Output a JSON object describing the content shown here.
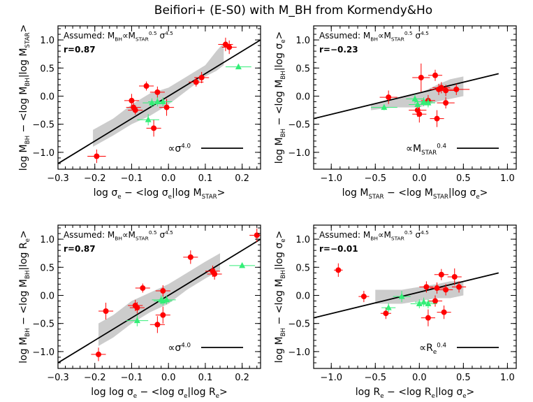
{
  "figure_title": "Beifiori+ (E-S0) with M_BH from Kormendy&Ho",
  "colors": {
    "red": "#ff0000",
    "green": "#33ee77",
    "band": "#cccccc",
    "fit": "#000000"
  },
  "chart_data": [
    {
      "type": "scatter",
      "panel": "top-left",
      "xlabel": "log σe − <log σe|log MSTAR>",
      "ylabel": "log MBH − <log MBH|log MSTAR>",
      "xlim": [
        -0.3,
        0.25
      ],
      "ylim": [
        -1.3,
        1.25
      ],
      "xticks": [
        -0.3,
        -0.2,
        -0.1,
        0.0,
        0.1,
        0.2
      ],
      "yticks": [
        -1.0,
        -0.5,
        0.0,
        0.5,
        1.0
      ],
      "annotation_assumed": "Assumed: MBH∝MSTAR^0.5 σ^4.5",
      "annotation_r": "r=0.87",
      "slope_label": "∝σ^4.0",
      "fit_line": {
        "x": [
          -0.3,
          0.25
        ],
        "y": [
          -1.2,
          1.0
        ]
      },
      "band": {
        "upper": [
          [
            -0.205,
            -0.6
          ],
          [
            -0.15,
            -0.4
          ],
          [
            -0.1,
            -0.15
          ],
          [
            -0.05,
            0.05
          ],
          [
            0.0,
            0.15
          ],
          [
            0.05,
            0.35
          ],
          [
            0.1,
            0.55
          ],
          [
            0.13,
            0.8
          ],
          [
            0.15,
            0.95
          ]
        ],
        "lower": [
          [
            -0.205,
            -0.9
          ],
          [
            -0.15,
            -0.7
          ],
          [
            -0.1,
            -0.5
          ],
          [
            -0.05,
            -0.35
          ],
          [
            0.0,
            -0.15
          ],
          [
            0.05,
            0.1
          ],
          [
            0.1,
            0.35
          ],
          [
            0.13,
            0.45
          ],
          [
            0.15,
            0.55
          ]
        ]
      },
      "series": [
        {
          "marker": "circle",
          "points": [
            {
              "x": -0.195,
              "y": -1.07,
              "xerr": 0.025,
              "yerr": 0.12
            },
            {
              "x": -0.1,
              "y": -0.08,
              "xerr": 0.02,
              "yerr": 0.12
            },
            {
              "x": -0.095,
              "y": -0.2,
              "xerr": 0.02,
              "yerr": 0.08
            },
            {
              "x": -0.09,
              "y": -0.25,
              "xerr": 0.02,
              "yerr": 0.08
            },
            {
              "x": -0.06,
              "y": 0.18,
              "xerr": 0.02,
              "yerr": 0.08
            },
            {
              "x": -0.04,
              "y": -0.57,
              "xerr": 0.02,
              "yerr": 0.15
            },
            {
              "x": -0.03,
              "y": 0.07,
              "xerr": 0.02,
              "yerr": 0.1
            },
            {
              "x": -0.005,
              "y": -0.2,
              "xerr": 0.02,
              "yerr": 0.15
            },
            {
              "x": 0.075,
              "y": 0.25,
              "xerr": 0.02,
              "yerr": 0.08
            },
            {
              "x": 0.09,
              "y": 0.33,
              "xerr": 0.02,
              "yerr": 0.1
            },
            {
              "x": 0.155,
              "y": 0.92,
              "xerr": 0.02,
              "yerr": 0.12
            },
            {
              "x": 0.165,
              "y": 0.87,
              "xerr": 0.02,
              "yerr": 0.12
            }
          ]
        },
        {
          "marker": "triangle",
          "points": [
            {
              "x": -0.055,
              "y": -0.42,
              "xerr": 0.03,
              "yerr": 0.1
            },
            {
              "x": -0.045,
              "y": -0.12,
              "xerr": 0.025,
              "yerr": 0.08
            },
            {
              "x": -0.03,
              "y": -0.1,
              "xerr": 0.025,
              "yerr": 0.08
            },
            {
              "x": -0.015,
              "y": -0.1,
              "xerr": 0.025,
              "yerr": 0.08
            },
            {
              "x": 0.19,
              "y": 0.52,
              "xerr": 0.035,
              "yerr": 0.04
            }
          ]
        }
      ]
    },
    {
      "type": "scatter",
      "panel": "top-right",
      "xlabel": "log MSTAR − <log MSTAR|log σe>",
      "ylabel": "log MBH − <log MBH|log σe>",
      "xlim": [
        -1.2,
        1.1
      ],
      "ylim": [
        -1.3,
        1.25
      ],
      "xticks": [
        -1.0,
        -0.5,
        0.0,
        0.5,
        1.0
      ],
      "yticks": [
        -1.0,
        -0.5,
        0.0,
        0.5,
        1.0
      ],
      "annotation_assumed": "Assumed: MBH∝MSTAR^0.5 σ^4.5",
      "annotation_r": "r=−0.23",
      "slope_label": "∝MSTAR^0.4",
      "fit_line": {
        "x": [
          -1.2,
          0.9
        ],
        "y": [
          -0.4,
          0.4
        ]
      },
      "band": {
        "upper": [
          [
            -0.55,
            -0.15
          ],
          [
            -0.3,
            -0.05
          ],
          [
            0.0,
            0.05
          ],
          [
            0.2,
            0.2
          ],
          [
            0.35,
            0.3
          ],
          [
            0.5,
            0.35
          ]
        ],
        "lower": [
          [
            -0.55,
            -0.25
          ],
          [
            -0.3,
            -0.2
          ],
          [
            0.0,
            -0.2
          ],
          [
            0.2,
            -0.1
          ],
          [
            0.35,
            -0.05
          ],
          [
            0.5,
            0.0
          ]
        ]
      },
      "series": [
        {
          "marker": "circle",
          "points": [
            {
              "x": -0.35,
              "y": -0.02,
              "xerr": 0.1,
              "yerr": 0.12
            },
            {
              "x": -0.02,
              "y": -0.25,
              "xerr": 0.1,
              "yerr": 0.12
            },
            {
              "x": 0.0,
              "y": -0.32,
              "xerr": 0.08,
              "yerr": 0.15
            },
            {
              "x": 0.02,
              "y": 0.33,
              "xerr": 0.1,
              "yerr": 0.25
            },
            {
              "x": 0.1,
              "y": -0.08,
              "xerr": 0.08,
              "yerr": 0.1
            },
            {
              "x": 0.18,
              "y": 0.37,
              "xerr": 0.08,
              "yerr": 0.1
            },
            {
              "x": 0.2,
              "y": -0.4,
              "xerr": 0.08,
              "yerr": 0.15
            },
            {
              "x": 0.22,
              "y": 0.12,
              "xerr": 0.1,
              "yerr": 0.1
            },
            {
              "x": 0.25,
              "y": 0.15,
              "xerr": 0.1,
              "yerr": 0.1
            },
            {
              "x": 0.3,
              "y": -0.12,
              "xerr": 0.1,
              "yerr": 0.1
            },
            {
              "x": 0.3,
              "y": 0.1,
              "xerr": 0.1,
              "yerr": 0.1
            },
            {
              "x": 0.42,
              "y": 0.12,
              "xerr": 0.15,
              "yerr": 0.1
            }
          ]
        },
        {
          "marker": "triangle",
          "points": [
            {
              "x": -0.4,
              "y": -0.2,
              "xerr": 0.15,
              "yerr": 0.05
            },
            {
              "x": -0.05,
              "y": -0.05,
              "xerr": 0.1,
              "yerr": 0.08
            },
            {
              "x": -0.02,
              "y": -0.15,
              "xerr": 0.1,
              "yerr": 0.08
            },
            {
              "x": 0.05,
              "y": -0.1,
              "xerr": 0.1,
              "yerr": 0.08
            },
            {
              "x": 0.1,
              "y": -0.12,
              "xerr": 0.08,
              "yerr": 0.08
            }
          ]
        }
      ]
    },
    {
      "type": "scatter",
      "panel": "bottom-left",
      "xlabel": "log log σe − <log σe|log Re>",
      "ylabel": "log MBH − <log MBH|log Re>",
      "xlim": [
        -0.3,
        0.25
      ],
      "ylim": [
        -1.3,
        1.25
      ],
      "xticks": [
        -0.3,
        -0.2,
        -0.1,
        0.0,
        0.1,
        0.2
      ],
      "yticks": [
        -1.0,
        -0.5,
        0.0,
        0.5,
        1.0
      ],
      "annotation_assumed": "Assumed: MBH∝MSTAR^0.5 σ^4.5",
      "annotation_r": "r=0.87",
      "slope_label": "∝σ^4.0",
      "fit_line": {
        "x": [
          -0.3,
          0.25
        ],
        "y": [
          -1.2,
          1.0
        ]
      },
      "band": {
        "upper": [
          [
            -0.19,
            -0.5
          ],
          [
            -0.15,
            -0.35
          ],
          [
            -0.1,
            -0.1
          ],
          [
            -0.05,
            0.05
          ],
          [
            0.0,
            0.2
          ],
          [
            0.05,
            0.4
          ],
          [
            0.1,
            0.6
          ],
          [
            0.14,
            0.75
          ]
        ],
        "lower": [
          [
            -0.19,
            -0.9
          ],
          [
            -0.15,
            -0.75
          ],
          [
            -0.1,
            -0.5
          ],
          [
            -0.05,
            -0.3
          ],
          [
            0.0,
            -0.15
          ],
          [
            0.05,
            0.1
          ],
          [
            0.1,
            0.3
          ],
          [
            0.14,
            0.45
          ]
        ]
      },
      "series": [
        {
          "marker": "circle",
          "points": [
            {
              "x": -0.19,
              "y": -1.05,
              "xerr": 0.02,
              "yerr": 0.12
            },
            {
              "x": -0.17,
              "y": -0.28,
              "xerr": 0.02,
              "yerr": 0.15
            },
            {
              "x": -0.09,
              "y": -0.18,
              "xerr": 0.02,
              "yerr": 0.1
            },
            {
              "x": -0.085,
              "y": -0.22,
              "xerr": 0.02,
              "yerr": 0.1
            },
            {
              "x": -0.07,
              "y": 0.13,
              "xerr": 0.02,
              "yerr": 0.08
            },
            {
              "x": -0.03,
              "y": -0.52,
              "xerr": 0.02,
              "yerr": 0.15
            },
            {
              "x": -0.015,
              "y": 0.08,
              "xerr": 0.02,
              "yerr": 0.1
            },
            {
              "x": -0.015,
              "y": -0.35,
              "xerr": 0.02,
              "yerr": 0.15
            },
            {
              "x": 0.06,
              "y": 0.68,
              "xerr": 0.02,
              "yerr": 0.12
            },
            {
              "x": 0.12,
              "y": 0.43,
              "xerr": 0.02,
              "yerr": 0.1
            },
            {
              "x": 0.125,
              "y": 0.38,
              "xerr": 0.02,
              "yerr": 0.1
            },
            {
              "x": 0.24,
              "y": 1.07,
              "xerr": 0.02,
              "yerr": 0.12
            }
          ]
        },
        {
          "marker": "triangle",
          "points": [
            {
              "x": -0.085,
              "y": -0.45,
              "xerr": 0.03,
              "yerr": 0.1
            },
            {
              "x": -0.02,
              "y": -0.08,
              "xerr": 0.025,
              "yerr": 0.08
            },
            {
              "x": -0.015,
              "y": -0.1,
              "xerr": 0.025,
              "yerr": 0.08
            },
            {
              "x": -0.005,
              "y": -0.08,
              "xerr": 0.025,
              "yerr": 0.08
            },
            {
              "x": 0.2,
              "y": 0.53,
              "xerr": 0.035,
              "yerr": 0.04
            }
          ]
        }
      ]
    },
    {
      "type": "scatter",
      "panel": "bottom-right",
      "xlabel": "log Re − <log Re|log σe>",
      "ylabel": "log MBH − <log MBH|log σe>",
      "xlim": [
        -1.2,
        1.1
      ],
      "ylim": [
        -1.3,
        1.25
      ],
      "xticks": [
        -1.0,
        -0.5,
        0.0,
        0.5,
        1.0
      ],
      "yticks": [
        -1.0,
        -0.5,
        0.0,
        0.5,
        1.0
      ],
      "annotation_assumed": "Assumed: MBH∝MSTAR^0.5 σ^4.5",
      "annotation_r": "r=−0.01",
      "slope_label": "∝Re^0.4",
      "fit_line": {
        "x": [
          -1.2,
          0.9
        ],
        "y": [
          -0.4,
          0.4
        ]
      },
      "band": {
        "upper": [
          [
            -0.5,
            0.1
          ],
          [
            -0.2,
            0.1
          ],
          [
            0.0,
            0.15
          ],
          [
            0.2,
            0.2
          ],
          [
            0.35,
            0.25
          ],
          [
            0.5,
            0.25
          ]
        ],
        "lower": [
          [
            -0.5,
            -0.15
          ],
          [
            -0.2,
            -0.15
          ],
          [
            0.0,
            -0.1
          ],
          [
            0.2,
            -0.05
          ],
          [
            0.35,
            -0.05
          ],
          [
            0.5,
            0.0
          ]
        ]
      },
      "series": [
        {
          "marker": "circle",
          "points": [
            {
              "x": -0.92,
              "y": 0.45,
              "xerr": 0.05,
              "yerr": 0.12
            },
            {
              "x": -0.63,
              "y": -0.02,
              "xerr": 0.06,
              "yerr": 0.1
            },
            {
              "x": -0.38,
              "y": -0.32,
              "xerr": 0.06,
              "yerr": 0.1
            },
            {
              "x": 0.08,
              "y": 0.15,
              "xerr": 0.08,
              "yerr": 0.1
            },
            {
              "x": 0.1,
              "y": -0.4,
              "xerr": 0.08,
              "yerr": 0.15
            },
            {
              "x": 0.18,
              "y": -0.1,
              "xerr": 0.08,
              "yerr": 0.1
            },
            {
              "x": 0.2,
              "y": 0.13,
              "xerr": 0.08,
              "yerr": 0.1
            },
            {
              "x": 0.25,
              "y": 0.37,
              "xerr": 0.08,
              "yerr": 0.1
            },
            {
              "x": 0.28,
              "y": -0.3,
              "xerr": 0.08,
              "yerr": 0.12
            },
            {
              "x": 0.3,
              "y": 0.1,
              "xerr": 0.08,
              "yerr": 0.1
            },
            {
              "x": 0.4,
              "y": 0.33,
              "xerr": 0.08,
              "yerr": 0.15
            },
            {
              "x": 0.45,
              "y": 0.15,
              "xerr": 0.08,
              "yerr": 0.1
            }
          ]
        },
        {
          "marker": "triangle",
          "points": [
            {
              "x": -0.35,
              "y": -0.22,
              "xerr": 0.08,
              "yerr": 0.08
            },
            {
              "x": -0.2,
              "y": -0.02,
              "xerr": 0.1,
              "yerr": 0.1
            },
            {
              "x": 0.0,
              "y": -0.15,
              "xerr": 0.1,
              "yerr": 0.08
            },
            {
              "x": 0.05,
              "y": -0.12,
              "xerr": 0.1,
              "yerr": 0.08
            },
            {
              "x": 0.1,
              "y": -0.15,
              "xerr": 0.1,
              "yerr": 0.08
            }
          ]
        }
      ]
    }
  ]
}
